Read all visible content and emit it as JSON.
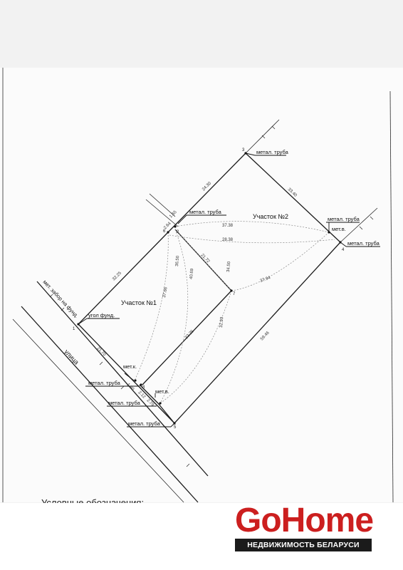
{
  "plan": {
    "parcel_1": "Участок №1",
    "parcel_2": "Участок №2",
    "street": "улица",
    "fence_note": "мет. забор на фунд.",
    "corner_note": "угол фунд.",
    "pipe_labels": [
      "метал. труба",
      "метал. труба",
      "метал. труба",
      "метал. труба",
      "метал. труба",
      "метал. труба"
    ],
    "met_k": "мет.к.",
    "met_v_1": "мет.в.",
    "met_v_2": "мет.в.",
    "point_numbers": [
      "1",
      "2",
      "3",
      "4",
      "5",
      "6",
      "7",
      "8"
    ],
    "dimensions": {
      "d1": "24.30",
      "d2": "33.40",
      "d3": "1.65",
      "d4": "2.64",
      "d5": "37.38",
      "d6": "28.38",
      "d7": "32.25",
      "d8": "21.72",
      "d9": "34.50",
      "d10": "37.94",
      "d11": "36.50",
      "d12": "40.69",
      "d13": "37.66",
      "d14": "32.25",
      "d15": "32.93",
      "d16": "59.46",
      "d17": "21.70",
      "d18": "1.90",
      "d19": "2.12",
      "d20": "2.79"
    },
    "legend_title": "Условные обозначения:"
  },
  "logo": {
    "go": "Go",
    "home": "Home",
    "tagline": "НЕДВИЖИМОСТЬ БЕЛАРУСИ"
  }
}
